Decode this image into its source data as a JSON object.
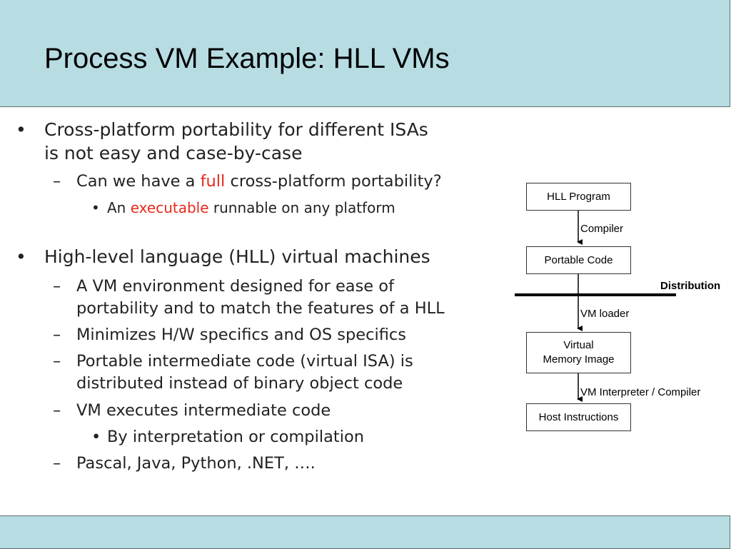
{
  "slide": {
    "title": "Process VM Example: HLL VMs",
    "bullets": {
      "b1_line1": "Cross-platform portability for different ISAs",
      "b1_line2": "is not easy and case-by-case",
      "b1_sub1_pre": "Can we have a ",
      "b1_sub1_red": "full",
      "b1_sub1_post": " cross-platform portability?",
      "b1_sub1_sub1_pre": "An ",
      "b1_sub1_sub1_red": "executable",
      "b1_sub1_sub1_post": " runnable on any platform",
      "b2_line1": "High-level language (HLL) virtual machines",
      "b2_sub1_line1": "A VM environment designed for ease of",
      "b2_sub1_line2": "portability and to match the features of a HLL",
      "b2_sub2": "Minimizes H/W specifics and OS specifics",
      "b2_sub3_line1": "Portable intermediate code (virtual ISA) is",
      "b2_sub3_line2": "distributed instead of binary object code",
      "b2_sub4": "VM executes intermediate code",
      "b2_sub4_sub1": "By interpretation or compilation",
      "b2_sub5": "Pascal, Java, Python, .NET, …."
    },
    "markers": {
      "level1": "•",
      "level2": "–",
      "level3": "•"
    }
  },
  "diagram": {
    "boxes": {
      "hll_program": "HLL Program",
      "portable_code": "Portable Code",
      "virtual_memory_line1": "Virtual",
      "virtual_memory_line2": "Memory Image",
      "host_instructions": "Host Instructions"
    },
    "labels": {
      "compiler": "Compiler",
      "vm_loader": "VM loader",
      "vm_interpreter": "VM Interpreter / Compiler",
      "distribution": "Distribution"
    }
  },
  "colors": {
    "header_bg": "#b7dde3",
    "accent_red": "#e8291c"
  }
}
